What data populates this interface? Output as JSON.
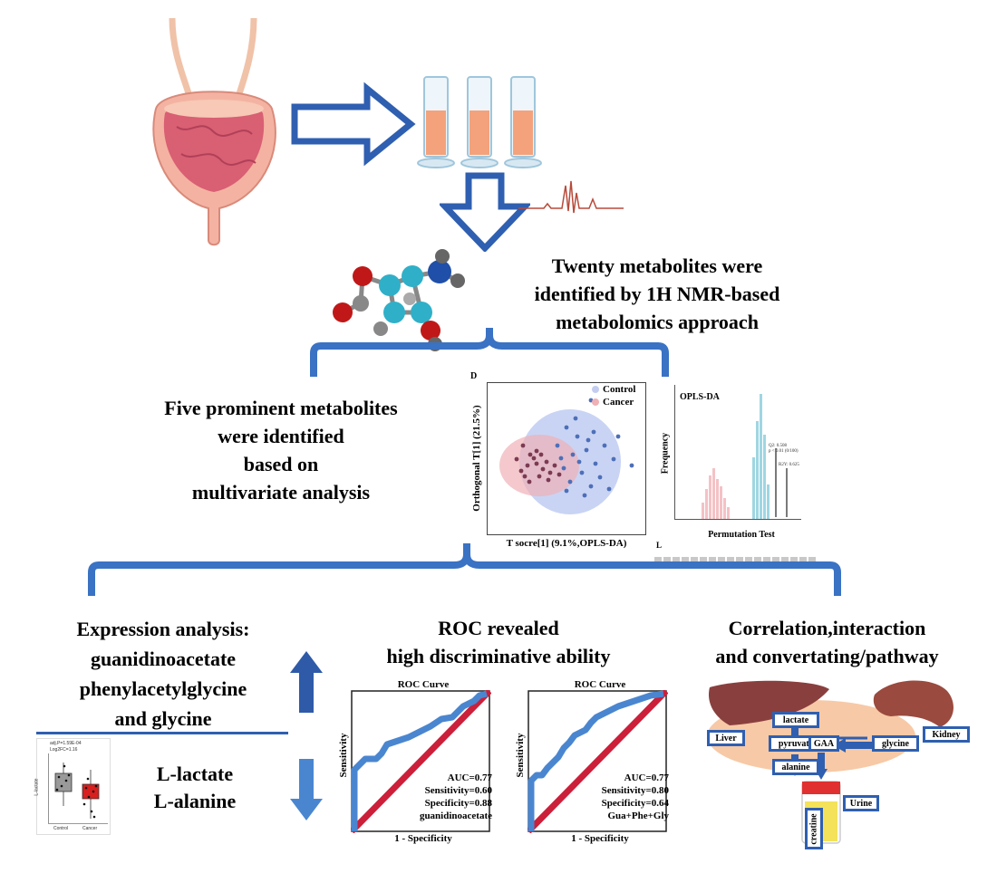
{
  "colors": {
    "arrow_blue": "#2f5fb0",
    "bracket_blue": "#3a72c4",
    "up_arrow": "#2e5aa8",
    "down_arrow": "#4a86d0",
    "roc_curve": "#4a86d0",
    "roc_diagonal": "#cc1f3a",
    "liquid": "#f3a27c",
    "control_group": "#a9b8ea",
    "cancer_group": "#e8a0a8"
  },
  "top": {
    "title": "Twenty metabolites were identified by 1H NMR-based metabolomics approach",
    "title_lines": [
      "Twenty metabolites were",
      "identified by 1H NMR-based",
      "metabolomics approach"
    ]
  },
  "middle": {
    "left_text_lines": [
      "Five prominent metabolites",
      "were identified",
      "based on",
      "multivariate analysis"
    ],
    "scatter": {
      "panel_letter": "D",
      "ylabel": "Orthogonal T[1] (21.5%)",
      "xlabel": "T socre[1] (9.1%,OPLS-DA)",
      "legend": [
        "Control",
        "Cancer"
      ]
    },
    "permutation": {
      "title": "OPLS-DA",
      "ylabel": "Frequency",
      "xlabel": "Permutation Test",
      "panel_letter": "L"
    }
  },
  "bottom": {
    "expression": {
      "title_lines": [
        "Expression analysis:",
        "guanidinoacetate",
        "phenylacetylglycine",
        "and glycine"
      ],
      "down_lines": [
        "L-lactate",
        "L-alanine"
      ],
      "boxplot": {
        "stat1": "adj.P=1.59E-04",
        "stat2": "Log2FC=1.16",
        "ylabel": "L-lactate",
        "categories": [
          "Control",
          "Cancer"
        ]
      }
    },
    "roc": {
      "title_lines": [
        "ROC revealed",
        "high discriminative ability"
      ],
      "plots": [
        {
          "title": "ROC Curve",
          "ylabel": "Sensitivity",
          "xlabel": "1 - Specificity",
          "auc": "AUC=0.77",
          "sensitivity": "Sensitivity=0.60",
          "specificity": "Specificity=0.88",
          "marker": "guanidinoacetate"
        },
        {
          "title": "ROC Curve",
          "ylabel": "Sensitivity",
          "xlabel": "1 - Specificity",
          "auc": "AUC=0.77",
          "sensitivity": "Sensitivity=0.80",
          "specificity": "Specificity=0.64",
          "marker": "Gua+Phe+Gly"
        }
      ]
    },
    "pathway": {
      "title_lines": [
        "Correlation,interaction",
        "and convertating/pathway"
      ],
      "labels": {
        "liver": "Liver",
        "lactate": "lactate",
        "pyruvate": "pyruvate",
        "alanine": "alanine",
        "gaa": "GAA",
        "glycine": "glycine",
        "kidney": "Kidney",
        "creatine": "creatine",
        "urine": "Urine"
      }
    }
  }
}
